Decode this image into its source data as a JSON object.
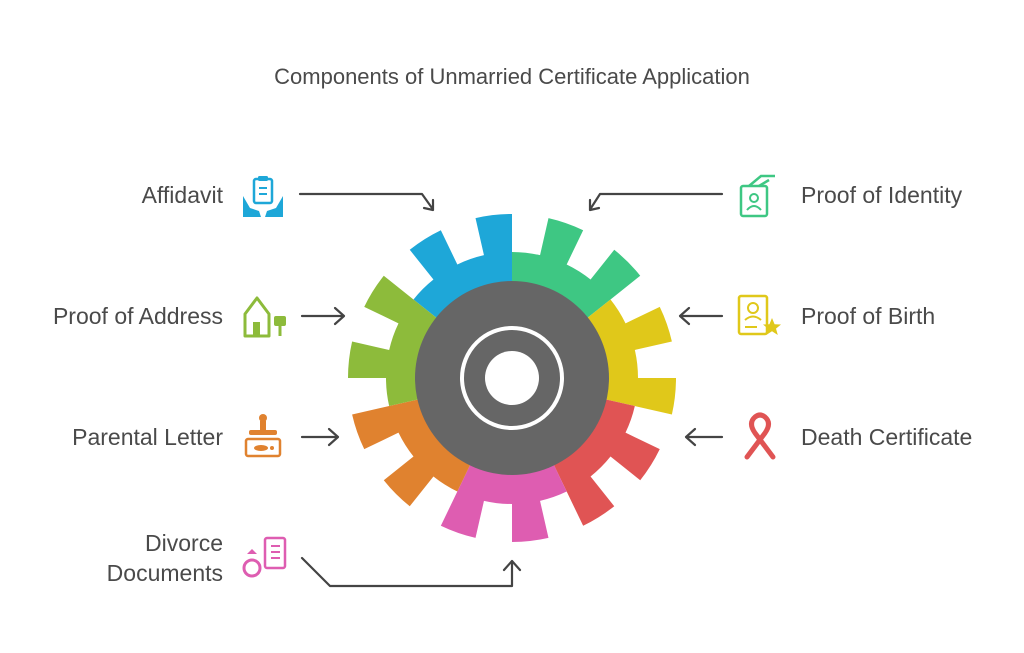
{
  "title": "Components of Unmarried Certificate Application",
  "items": [
    {
      "label": "Affidavit",
      "color": "#1ea7d8",
      "icon": "affidavit-icon"
    },
    {
      "label": "Proof of Identity",
      "color": "#3ec783",
      "icon": "id-card-icon"
    },
    {
      "label": "Proof of Address",
      "color": "#8dbb3b",
      "icon": "house-icon"
    },
    {
      "label": "Proof of Birth",
      "color": "#e0c81a",
      "icon": "birth-certificate-icon"
    },
    {
      "label": "Parental Letter",
      "color": "#e0822f",
      "icon": "stamp-icon"
    },
    {
      "label": "Death Certificate",
      "color": "#e05454",
      "icon": "ribbon-icon"
    },
    {
      "label": "Divorce\nDocuments",
      "color": "#de5db1",
      "icon": "ring-document-icon"
    }
  ],
  "gear": {
    "body_color": "#666666",
    "ring_color": "#ffffff"
  }
}
